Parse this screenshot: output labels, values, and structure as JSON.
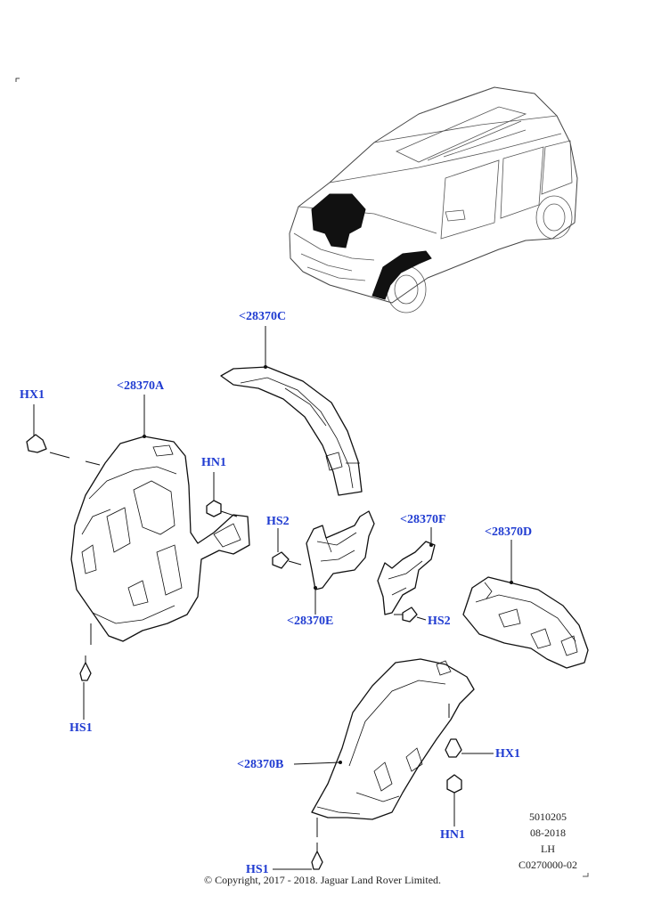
{
  "callouts": {
    "c28370C": "<28370C",
    "c28370A": "<28370A",
    "c28370F": "<28370F",
    "c28370D": "<28370D",
    "c28370E": "<28370E",
    "c28370B": "<28370B",
    "hx1_top": "HX1",
    "hn1_top": "HN1",
    "hs2_left": "HS2",
    "hs2_right": "HS2",
    "hs1_left": "HS1",
    "hx1_bottom": "HX1",
    "hn1_bottom": "HN1",
    "hs1_bottom": "HS1"
  },
  "meta": {
    "code": "5010205",
    "date": "08-2018",
    "side": "LH",
    "ref": "C0270000-02"
  },
  "copyright": "© Copyright, 2017 - 2018. Jaguar Land Rover Limited.",
  "colors": {
    "callout": "#1f3bd1",
    "line": "#111111"
  }
}
